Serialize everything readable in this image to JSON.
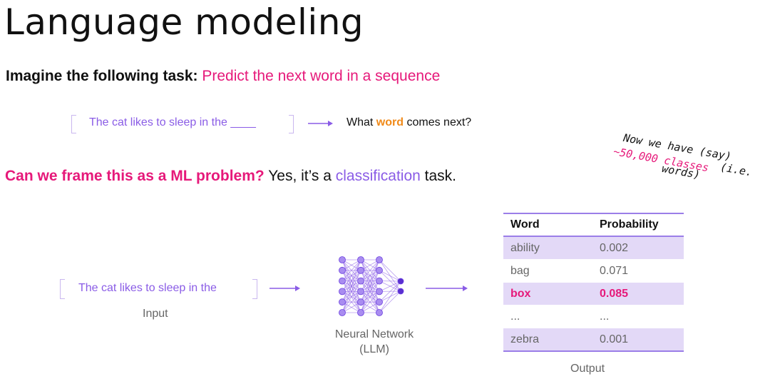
{
  "title": "Language modeling",
  "task": {
    "lead": "Imagine the following task:",
    "highlight": "Predict the next word in a sequence"
  },
  "example": {
    "sentence": "The cat likes to sleep in the ____",
    "question_pre": "What",
    "question_word": "word",
    "question_post": "comes next?"
  },
  "ml": {
    "question": "Can we frame this as a ML problem?",
    "answer_pre": "Yes, it’s a",
    "answer_word": "classification",
    "answer_post": "task."
  },
  "note": {
    "line1": "Now we have (say)",
    "line2": "~50,000 classes",
    "line3": "(i.e.",
    "line4": "words)"
  },
  "diagram": {
    "input_text": "The cat likes to sleep in the",
    "input_label": "Input",
    "nn_label_1": "Neural Network",
    "nn_label_2": "(LLM)",
    "output_label": "Output"
  },
  "table": {
    "headers": [
      "Word",
      "Probability"
    ],
    "rows": [
      {
        "word": "ability",
        "prob": "0.002"
      },
      {
        "word": "bag",
        "prob": "0.071"
      },
      {
        "word": "box",
        "prob": "0.085"
      },
      {
        "word": "...",
        "prob": "..."
      },
      {
        "word": "zebra",
        "prob": "0.001"
      }
    ]
  },
  "colors": {
    "pink": "#e6197a",
    "purple": "#8a5ce6",
    "orange": "#f08a1a",
    "row_shade": "#e3d9f7"
  }
}
